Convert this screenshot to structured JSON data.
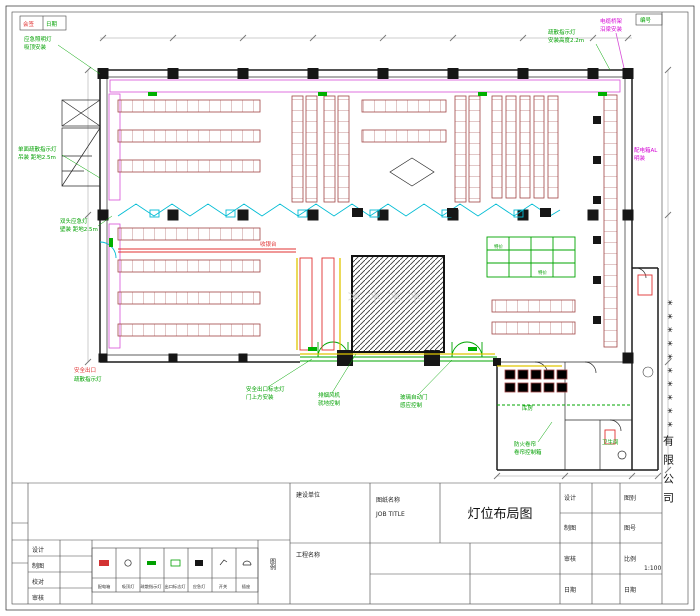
{
  "title_block": {
    "company": "**********有限公司",
    "watermark": "＊＊＊＊",
    "sign_rows": [
      "设计",
      "制图",
      "校对",
      "审核"
    ],
    "legend_caption": "图例",
    "legend": [
      "配电箱",
      "吸顶灯",
      "疏散指示灯",
      "出口标志灯",
      "应急灯",
      "开关",
      "插座"
    ],
    "owner_label": "建设单位",
    "project_label": "工程名称",
    "name_label": "图纸名称",
    "name_en": "JOB TITLE",
    "drawing_title": "灯位布局图",
    "approve_rows": [
      "设计",
      "制图",
      "审核",
      "日期"
    ],
    "right_rows": [
      "图别",
      "图号",
      "比例",
      "日期"
    ],
    "scale_value": "1:100"
  },
  "annotations": {
    "tl1": "应急照明灯",
    "tl2": "吸顶安装",
    "l1": "单面疏散指示灯",
    "l2": "吊装 距地2.5m",
    "l3": "双头应急灯",
    "l4": "壁装 距地2.5m",
    "blr": "安全出口",
    "blg": "疏散指示灯",
    "cashier": "收银台",
    "e1": "安全出口标志灯",
    "e2": "门上方安装",
    "f1": "排烟风机",
    "f2": "就地控制",
    "d1": "玻璃自动门",
    "d2": "感应控制",
    "rr1": "防火卷帘",
    "rr2": "卷帘控制箱",
    "w1": "库房",
    "w2": "卫生间",
    "trg1": "疏散指示灯",
    "trg2": "安装高度2.2m",
    "trm1": "电缆桥架",
    "trm2": "沿梁安装",
    "rm1": "配电箱AL",
    "rm2": "明装",
    "promo1": "特价",
    "promo2": "特价",
    "corner_sign": "会签",
    "corner_date": "日期",
    "tr_no": "编号"
  }
}
